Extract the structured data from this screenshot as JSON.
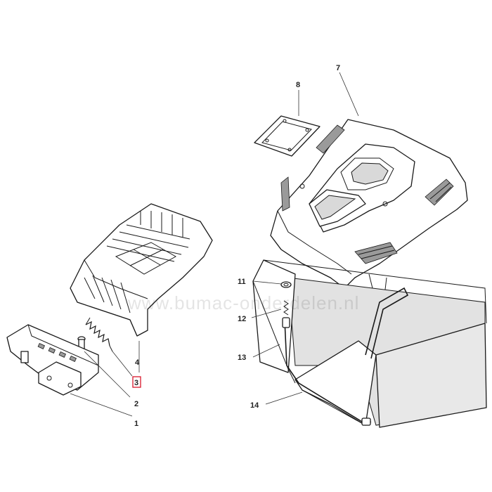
{
  "watermark": "www.bumac-onderdelen.nl",
  "highlight_color": "#d9182d",
  "callouts": {
    "c1": "1",
    "c2": "2",
    "c3": "3",
    "c4": "4",
    "c7": "7",
    "c8": "8",
    "c11": "11",
    "c12": "12",
    "c13": "13",
    "c14": "14"
  },
  "highlighted_part": "3"
}
